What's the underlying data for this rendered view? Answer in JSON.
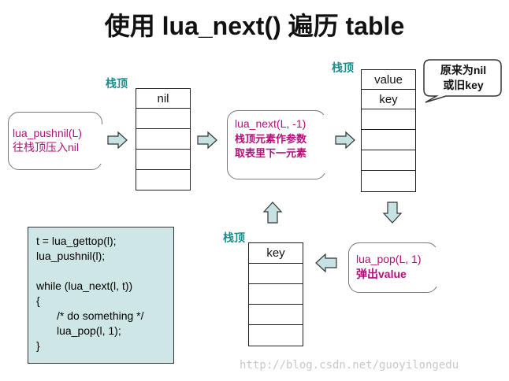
{
  "title": "使用 lua_next() 遍历 table",
  "labels": {
    "stack_top": "栈顶"
  },
  "step1": {
    "line1": "lua_pushnil(L)",
    "line2": "往栈顶压入nil"
  },
  "step2": {
    "line1": "lua_next(L, -1)",
    "line2": "栈顶元素作参数",
    "line3": "取表里下一元素"
  },
  "step3": {
    "line1": "lua_pop(L, 1)",
    "line2": "弹出value"
  },
  "stacks": {
    "stack1": {
      "top_cell": "nil"
    },
    "stack2": {
      "top_cell": "value",
      "second_cell": "key"
    },
    "stack3": {
      "top_cell": "key"
    }
  },
  "callout": {
    "line1": "原来为nil",
    "line2": "或旧key"
  },
  "code": {
    "lines": [
      "t = lua_gettop(l);",
      "lua_pushnil(l);",
      "",
      "while (lua_next(l, t))",
      "{",
      "/* do something */",
      "lua_pop(l, 1);",
      "}"
    ]
  },
  "watermark": "http://blog.csdn.net/guoyilongedu",
  "colors": {
    "accent_teal": "#1a8a8a",
    "accent_magenta": "#b0107a",
    "arrow_fill": "#c6e2e2",
    "code_bg": "#cfe6e6"
  }
}
